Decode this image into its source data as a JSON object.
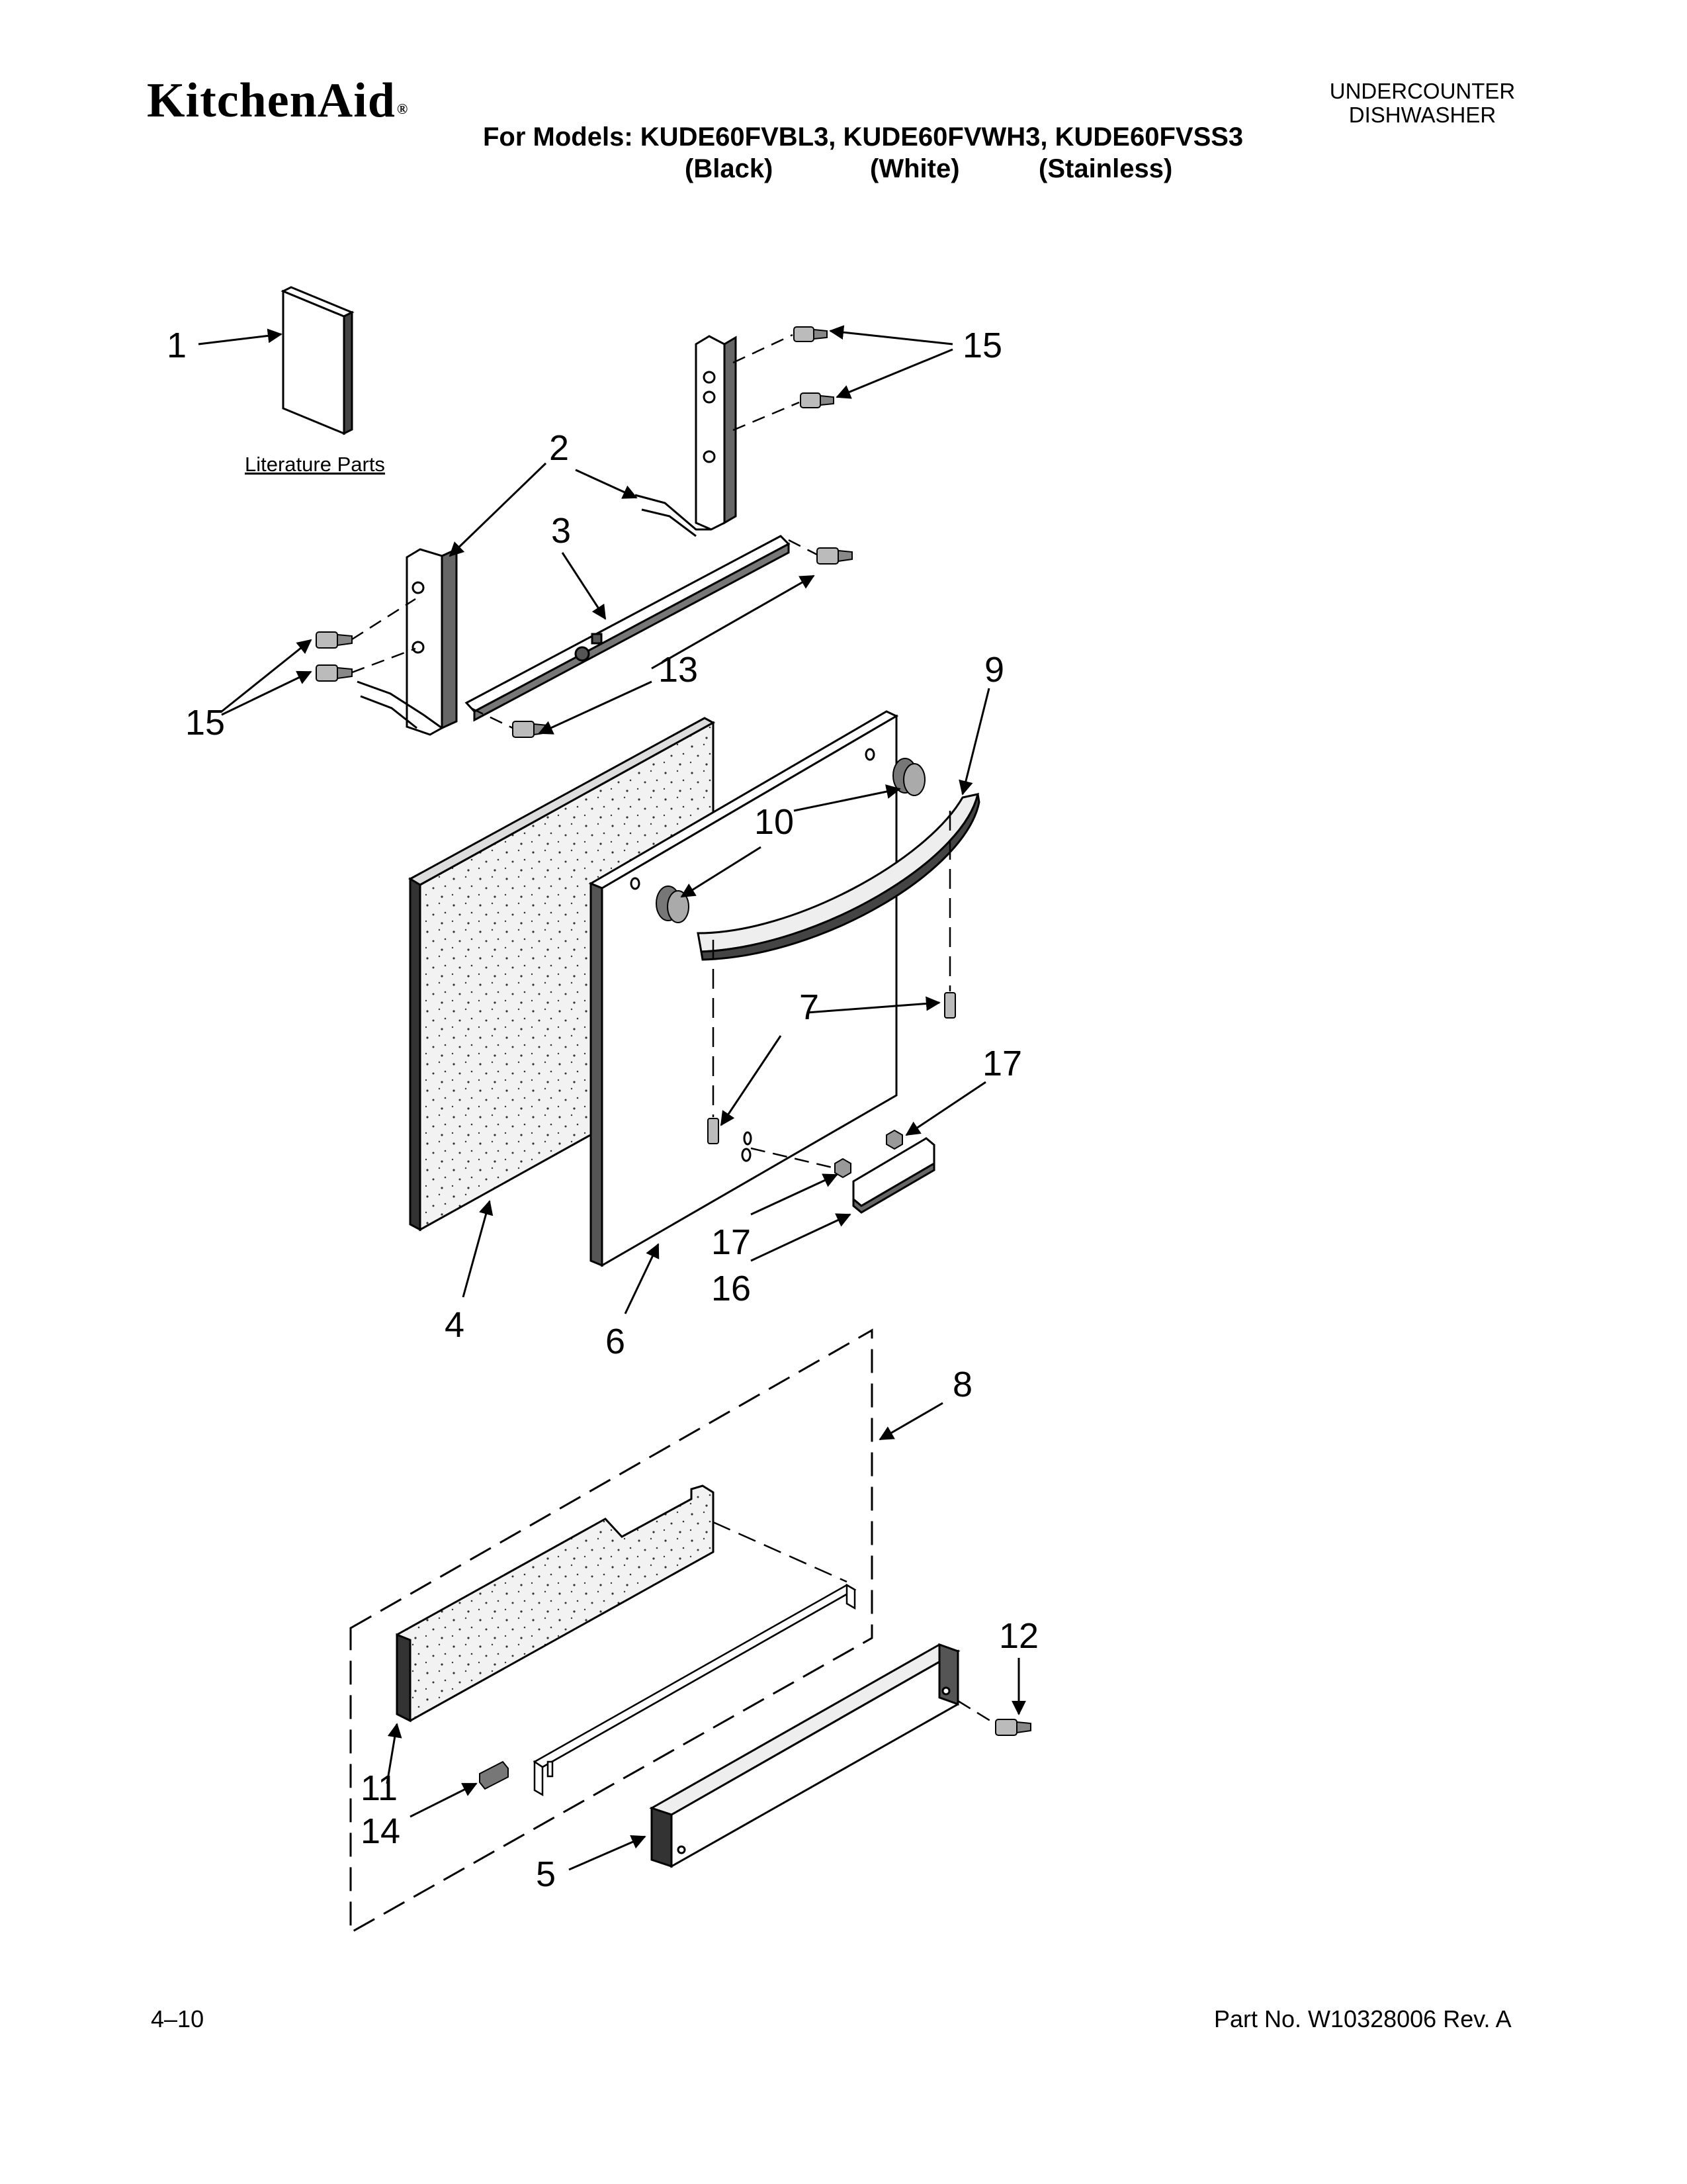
{
  "header": {
    "brand": "KitchenAid",
    "brand_mark": "®",
    "doc_type_line1": "UNDERCOUNTER",
    "doc_type_line2": "DISHWASHER",
    "models_prefix": "For Models:",
    "models": [
      {
        "model": "KUDE60FVBL3,",
        "finish": "(Black)"
      },
      {
        "model": "KUDE60FVWH3,",
        "finish": "(White)"
      },
      {
        "model": "KUDE60FVSS3",
        "finish": "(Stainless)"
      }
    ]
  },
  "diagram": {
    "literature_label": "Literature Parts",
    "callouts": {
      "c1": "1",
      "c2": "2",
      "c3": "3",
      "c4": "4",
      "c5": "5",
      "c6": "6",
      "c7": "7",
      "c8": "8",
      "c9": "9",
      "c10": "10",
      "c11": "11",
      "c12": "12",
      "c13": "13",
      "c14": "14",
      "c15a": "15",
      "c15b": "15",
      "c16": "16",
      "c17a": "17",
      "c17b": "17"
    }
  },
  "footer": {
    "page": "4–10",
    "part_no": "Part No. W10328006 Rev. A"
  }
}
